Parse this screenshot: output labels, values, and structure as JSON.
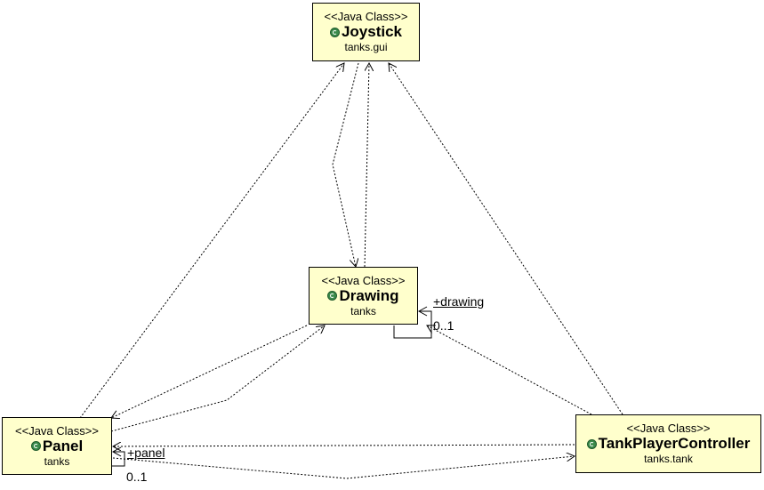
{
  "classes": {
    "joystick": {
      "stereotype": "<<Java Class>>",
      "name": "Joystick",
      "package": "tanks.gui"
    },
    "drawing": {
      "stereotype": "<<Java Class>>",
      "name": "Drawing",
      "package": "tanks"
    },
    "panel": {
      "stereotype": "<<Java Class>>",
      "name": "Panel",
      "package": "tanks"
    },
    "tank_player_controller": {
      "stereotype": "<<Java Class>>",
      "name": "TankPlayerController",
      "package": "tanks.tank"
    }
  },
  "associations": {
    "drawing_self": {
      "role": "+drawing",
      "multiplicity": "0..1"
    },
    "panel_self": {
      "role": "+panel",
      "multiplicity": "0..1"
    }
  },
  "colors": {
    "class_fill": "#ffffcc",
    "class_icon": "#3a8a4a",
    "line": "#000000"
  },
  "icons": {
    "class": "class-icon"
  }
}
